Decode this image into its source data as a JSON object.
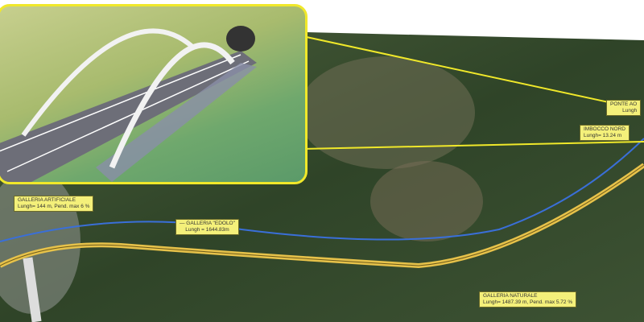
{
  "colors": {
    "accent": "#f0e82a",
    "tunnel_line": "#3a6fd8",
    "road": "#e7c24a"
  },
  "labels": {
    "galleria_artificiale": {
      "title": "GALLERIA ARTIFICIALE",
      "detail": "Lungh= 144 m, Pend. max 6 %"
    },
    "galleria_edolo": {
      "title": "— GALLERIA \"EDOLO\"",
      "detail": "Lungh = 1644.83m"
    },
    "ponte": {
      "title": "PONTE AO",
      "detail": "Lungh"
    },
    "imbocco_nord": {
      "title": "IMBOCCO NORD",
      "detail": "Lungh= 13.24 m"
    },
    "galleria_naturale": {
      "title": "GALLERIA NATURALE",
      "detail": "Lungh= 1487.39 m, Pend. max 5.72 %"
    }
  }
}
